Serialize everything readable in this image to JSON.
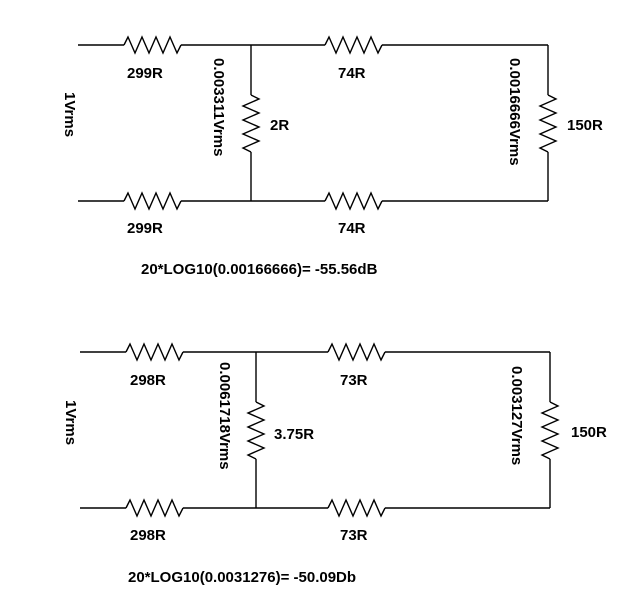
{
  "circuit_top": {
    "source": "1Vrms",
    "r_in_top": "299R",
    "r_in_bottom": "299R",
    "shunt_voltage": "0.003311Vrms",
    "shunt_resistor": "2R",
    "r_mid_top": "74R",
    "r_mid_bottom": "74R",
    "load_voltage": "0.0016666Vrms",
    "load_resistor": "150R",
    "equation": "20*LOG10(0.00166666)= -55.56dB"
  },
  "circuit_bottom": {
    "source": "1Vrms",
    "r_in_top": "298R",
    "r_in_bottom": "298R",
    "shunt_voltage": "0.0061718Vrms",
    "shunt_resistor": "3.75R",
    "r_mid_top": "73R",
    "r_mid_bottom": "73R",
    "load_voltage": "0.003127Vrms",
    "load_resistor": "150R",
    "equation": "20*LOG10(0.0031276)= -50.09Db"
  }
}
